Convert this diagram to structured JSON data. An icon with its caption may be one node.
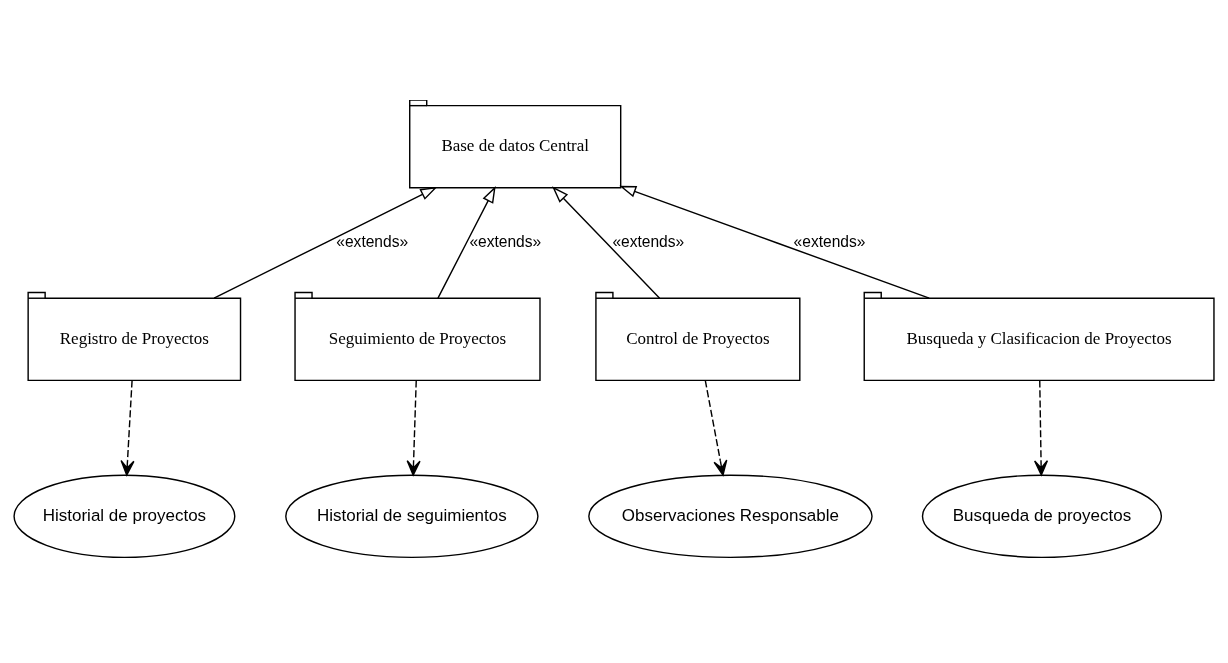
{
  "diagram": {
    "nodes": [
      {
        "text": [
          "Base de datos Central"
        ]
      },
      {
        "text": [
          "Registro de Proyectos"
        ]
      },
      {
        "text": [
          "Seguimiento de Proyectos"
        ]
      },
      {
        "text": [
          "Control de Proyectos"
        ]
      },
      {
        "text": [
          "Busqueda y Clasificacion de Proyectos"
        ]
      },
      {
        "text": [
          "Historial de proyectos"
        ]
      },
      {
        "text": [
          "Historial de seguimientos"
        ]
      },
      {
        "text": [
          "Observaciones Responsable"
        ]
      },
      {
        "text": [
          "Busqueda de proyectos"
        ]
      }
    ],
    "edges": [
      {
        "from": 1,
        "to": 0,
        "arrow": "to",
        "label": "«extends»"
      },
      {
        "from": 2,
        "to": 0,
        "arrow": "to",
        "label": "«extends»"
      },
      {
        "from": 3,
        "to": 0,
        "arrow": "to",
        "label": "«extends»"
      },
      {
        "from": 4,
        "to": 0,
        "arrow": "to",
        "label": "«extends»"
      },
      {
        "from": 1,
        "to": 5,
        "arrow": "to",
        "style": "dashed"
      },
      {
        "from": 2,
        "to": 6,
        "arrow": "to",
        "style": "dashed"
      },
      {
        "from": 3,
        "to": 7,
        "arrow": "to",
        "style": "dashed"
      },
      {
        "from": 4,
        "to": 8,
        "arrow": "to",
        "style": "dashed"
      }
    ]
  }
}
